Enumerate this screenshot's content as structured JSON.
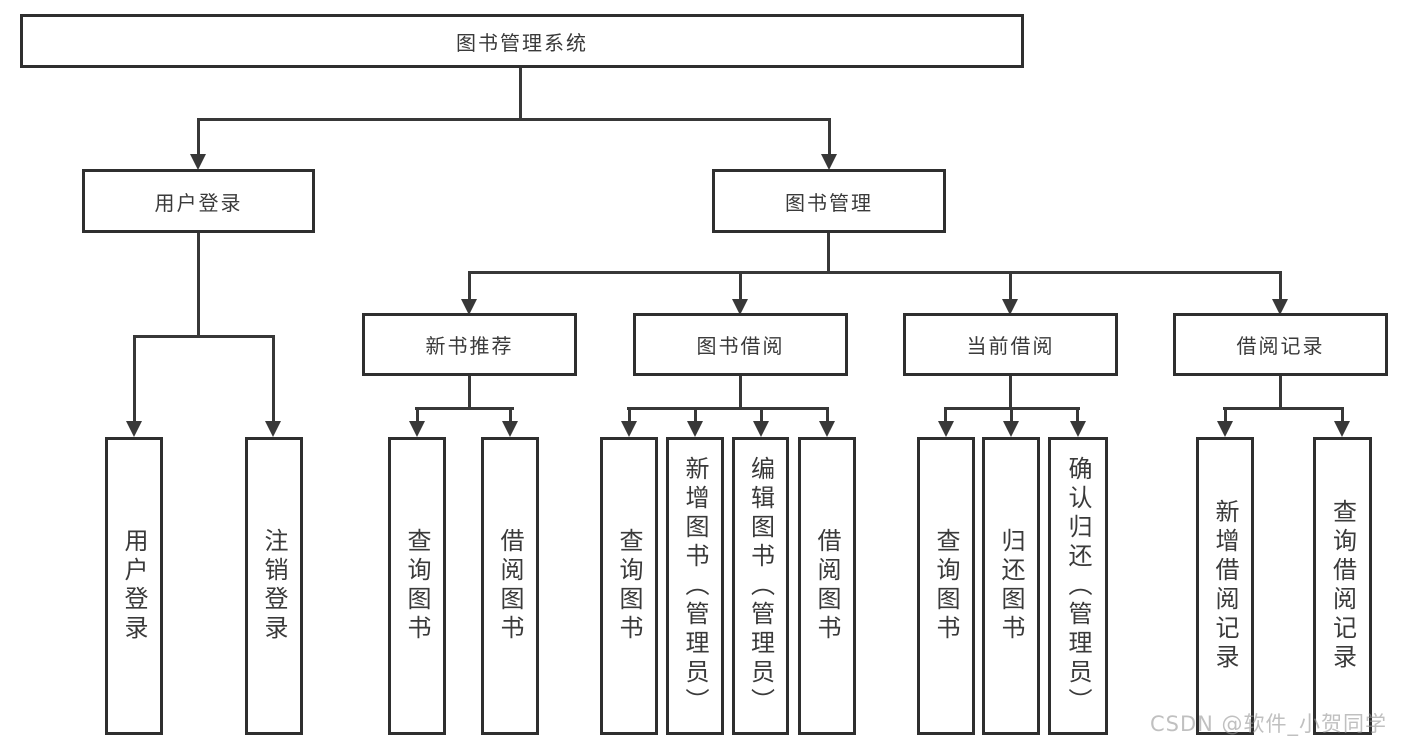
{
  "diagram": {
    "type": "hierarchy-tree",
    "watermark": "CSDN @软件_小贺同学",
    "colors": {
      "background": "#ffffff",
      "line": "#383838",
      "box_border": "#2f2f2f",
      "text": "#3a3a3a",
      "watermark_text": "#c4c4c4"
    },
    "nodes": {
      "root": {
        "label": "图书管理系统"
      },
      "user_login": {
        "label": "用户登录",
        "children": [
          {
            "label": "用户登录"
          },
          {
            "label": "注销登录"
          }
        ]
      },
      "book_mgmt": {
        "label": "图书管理",
        "children": [
          {
            "label": "新书推荐",
            "children": [
              {
                "label": "查询图书"
              },
              {
                "label": "借阅图书"
              }
            ]
          },
          {
            "label": "图书借阅",
            "children": [
              {
                "label": "查询图书"
              },
              {
                "label": "新增图书（管理员）"
              },
              {
                "label": "编辑图书（管理员）"
              },
              {
                "label": "借阅图书"
              }
            ]
          },
          {
            "label": "当前借阅",
            "children": [
              {
                "label": "查询图书"
              },
              {
                "label": "归还图书"
              },
              {
                "label": "确认归还（管理员）"
              }
            ]
          },
          {
            "label": "借阅记录",
            "children": [
              {
                "label": "新增借阅记录"
              },
              {
                "label": "查询借阅记录"
              }
            ]
          }
        ]
      }
    }
  }
}
